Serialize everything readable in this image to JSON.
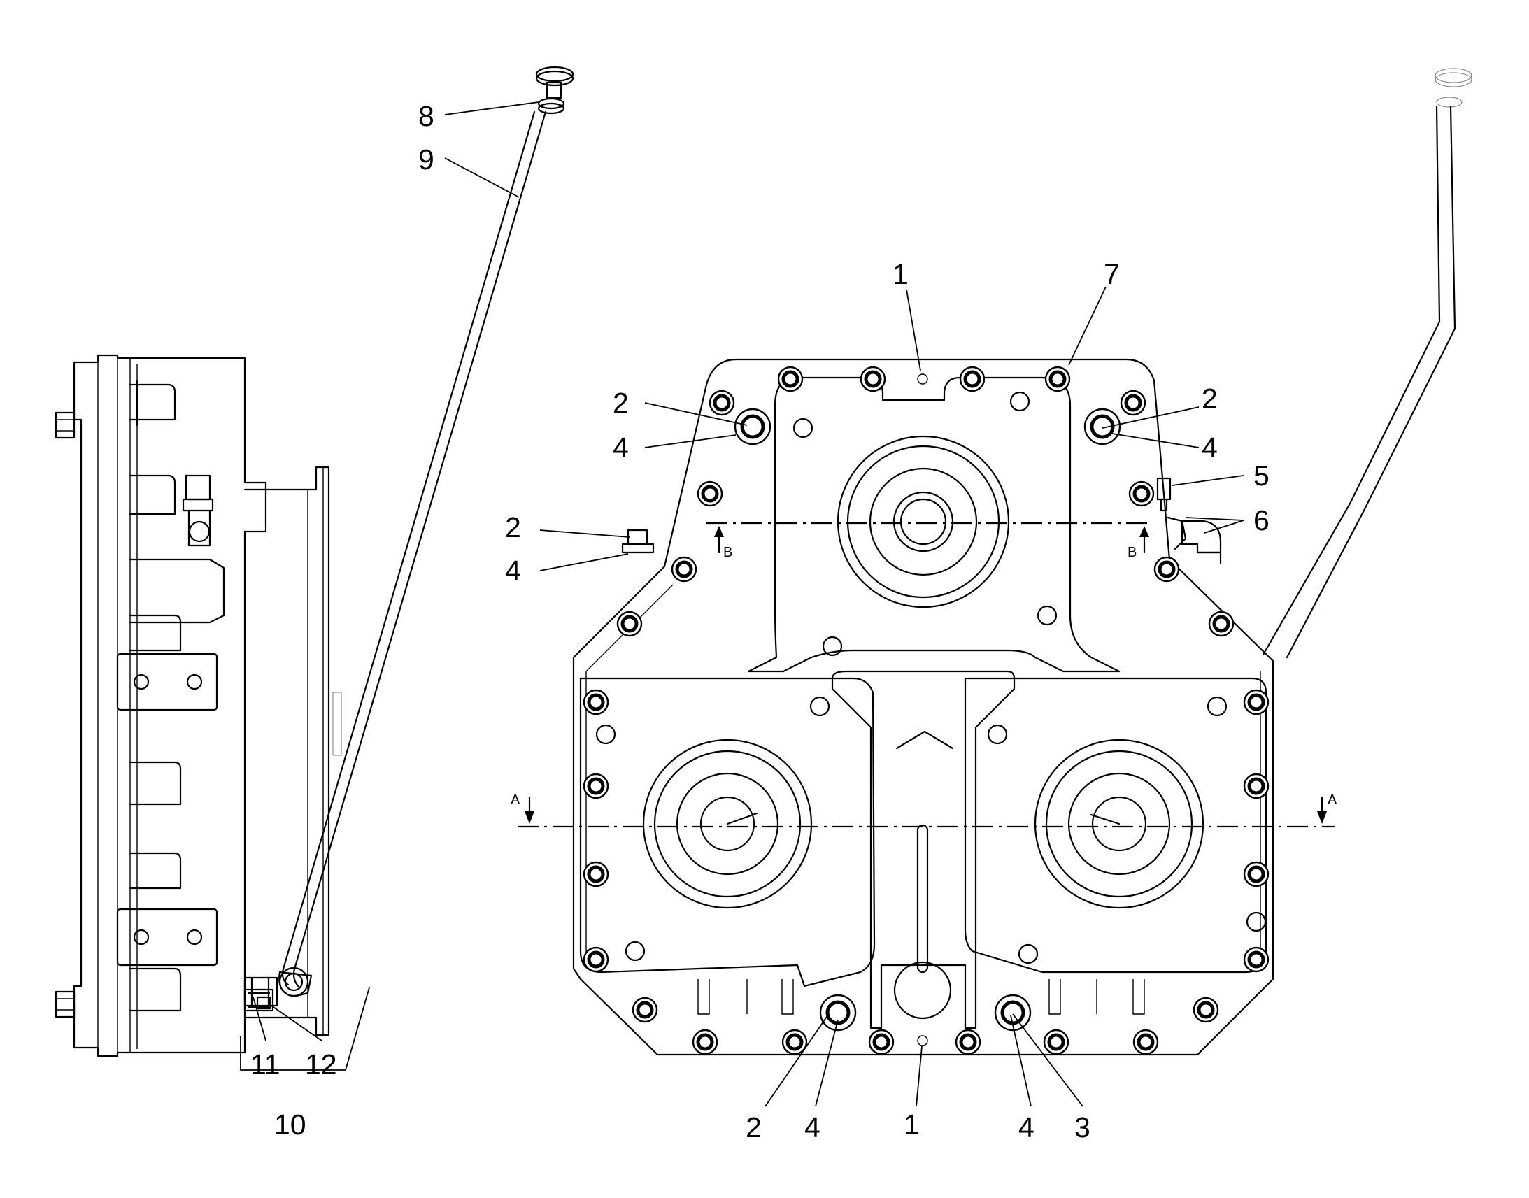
{
  "callouts": [
    {
      "id": "c8",
      "text": "8"
    },
    {
      "id": "c9",
      "text": "9"
    },
    {
      "id": "c1-top",
      "text": "1"
    },
    {
      "id": "c7",
      "text": "7"
    },
    {
      "id": "c2-ul",
      "text": "2"
    },
    {
      "id": "c4-ul",
      "text": "4"
    },
    {
      "id": "c2-ur",
      "text": "2"
    },
    {
      "id": "c4-ur",
      "text": "4"
    },
    {
      "id": "c5",
      "text": "5"
    },
    {
      "id": "c6",
      "text": "6"
    },
    {
      "id": "c2-l",
      "text": "2"
    },
    {
      "id": "c4-l",
      "text": "4"
    },
    {
      "id": "c11",
      "text": "11"
    },
    {
      "id": "c12",
      "text": "12"
    },
    {
      "id": "c10",
      "text": "10"
    },
    {
      "id": "c2-b",
      "text": "2"
    },
    {
      "id": "c4-b",
      "text": "4"
    },
    {
      "id": "c1-b",
      "text": "1"
    },
    {
      "id": "c4-b2",
      "text": "4"
    },
    {
      "id": "c3",
      "text": "3"
    }
  ],
  "section_marks": {
    "a": "A",
    "b": "B"
  }
}
